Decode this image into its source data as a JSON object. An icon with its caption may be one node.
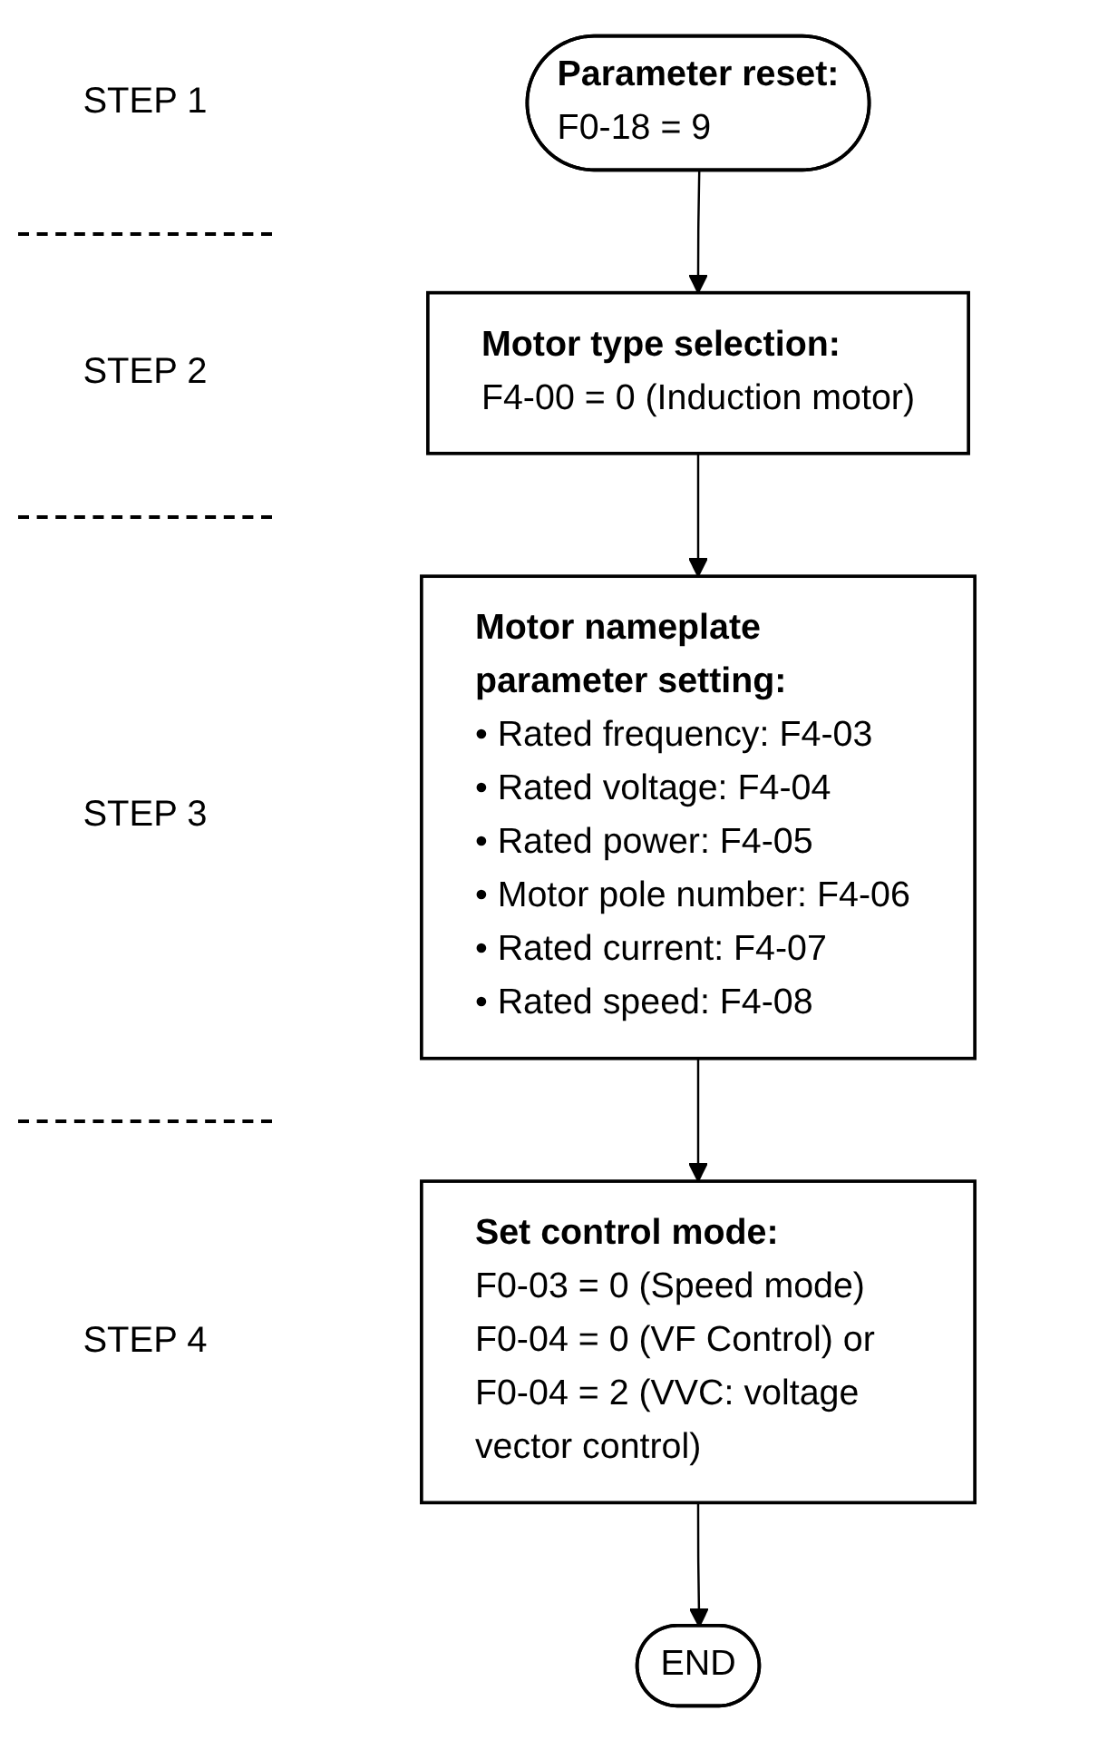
{
  "diagram": {
    "nodes": [
      {
        "text": [
          "Parameter reset:",
          "F0-18 = 9"
        ]
      },
      {
        "text": [
          "Motor type selection:",
          "F4-00 = 0 (Induction motor)"
        ]
      },
      {
        "text": [
          "Motor nameplate parameter setting:",
          "• Rated frequency: F4-03",
          "• Rated voltage: F4-04",
          "• Rated power: F4-05",
          "• Motor pole number: F4-06",
          "• Rated current: F4-07",
          "• Rated speed: F4-08"
        ]
      },
      {
        "text": [
          "Set control mode:",
          "F0-03 = 0 (Speed mode)",
          "F0-04 = 0 (VF Control) or",
          "F0-04 = 2 (VVC: voltage vector control)"
        ]
      },
      {
        "text": [
          "END"
        ]
      }
    ],
    "edges": [
      {
        "from": 0,
        "to": 1,
        "arrow": "to"
      },
      {
        "from": 1,
        "to": 2,
        "arrow": "to"
      },
      {
        "from": 2,
        "to": 3,
        "arrow": "to"
      },
      {
        "from": 3,
        "to": 4,
        "arrow": "to"
      }
    ],
    "labels": [
      "STEP 1",
      "STEP 2",
      "STEP 3",
      "STEP 4"
    ]
  }
}
